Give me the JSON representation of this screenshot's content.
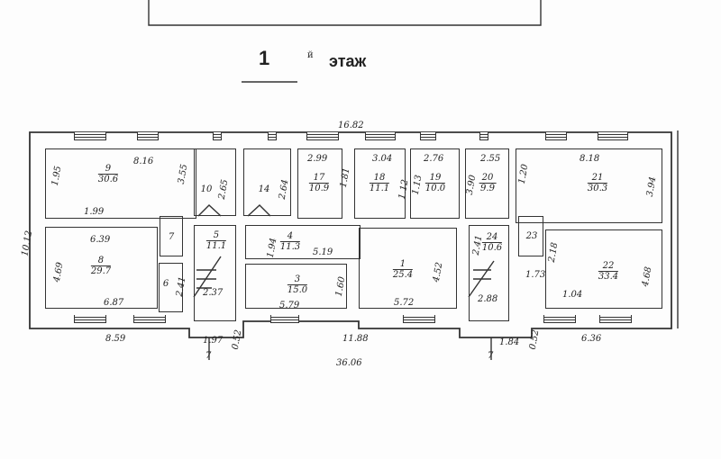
{
  "title": {
    "number": "1",
    "suffix": "й",
    "word": "этаж"
  },
  "rooms": [
    {
      "id": "9",
      "area": "30.6"
    },
    {
      "id": "8",
      "area": "29.7"
    },
    {
      "id": "7"
    },
    {
      "id": "6"
    },
    {
      "id": "10"
    },
    {
      "id": "14"
    },
    {
      "id": "5",
      "area": "11.1"
    },
    {
      "id": "4",
      "area": "11.3"
    },
    {
      "id": "3",
      "area": "15.0"
    },
    {
      "id": "17",
      "area": "10.9"
    },
    {
      "id": "18",
      "area": "11.1"
    },
    {
      "id": "19",
      "area": "10.0"
    },
    {
      "id": "20",
      "area": "9.9"
    },
    {
      "id": "21",
      "area": "30.3"
    },
    {
      "id": "1",
      "area": "25.4"
    },
    {
      "id": "24",
      "area": "10.6"
    },
    {
      "id": "23"
    },
    {
      "id": "22",
      "area": "33.4"
    }
  ],
  "dimensions": {
    "top_total": "16.82",
    "left_total": "10.12",
    "bottom_total": "36.06",
    "bottom": [
      "8.59",
      "1.97",
      "0.52",
      "11.88",
      "1.84",
      "0.52",
      "6.36"
    ],
    "inner": [
      "8.16",
      "1.95",
      "3.55",
      "1.99",
      "6.39",
      "4.69",
      "6.87",
      "2.41",
      "2.65",
      "2.64",
      "2.37",
      "1.94",
      "5.19",
      "1.60",
      "5.79",
      "2.99",
      "1.81",
      "3.04",
      "1.12",
      "2.76",
      "1.13",
      "2.55",
      "3.90",
      "8.18",
      "1.20",
      "3.94",
      "4.52",
      "5.72",
      "2.41",
      "2.88",
      "2.18",
      "1.73",
      "1.04",
      "4.68"
    ],
    "entrances": [
      "7",
      "7"
    ]
  }
}
